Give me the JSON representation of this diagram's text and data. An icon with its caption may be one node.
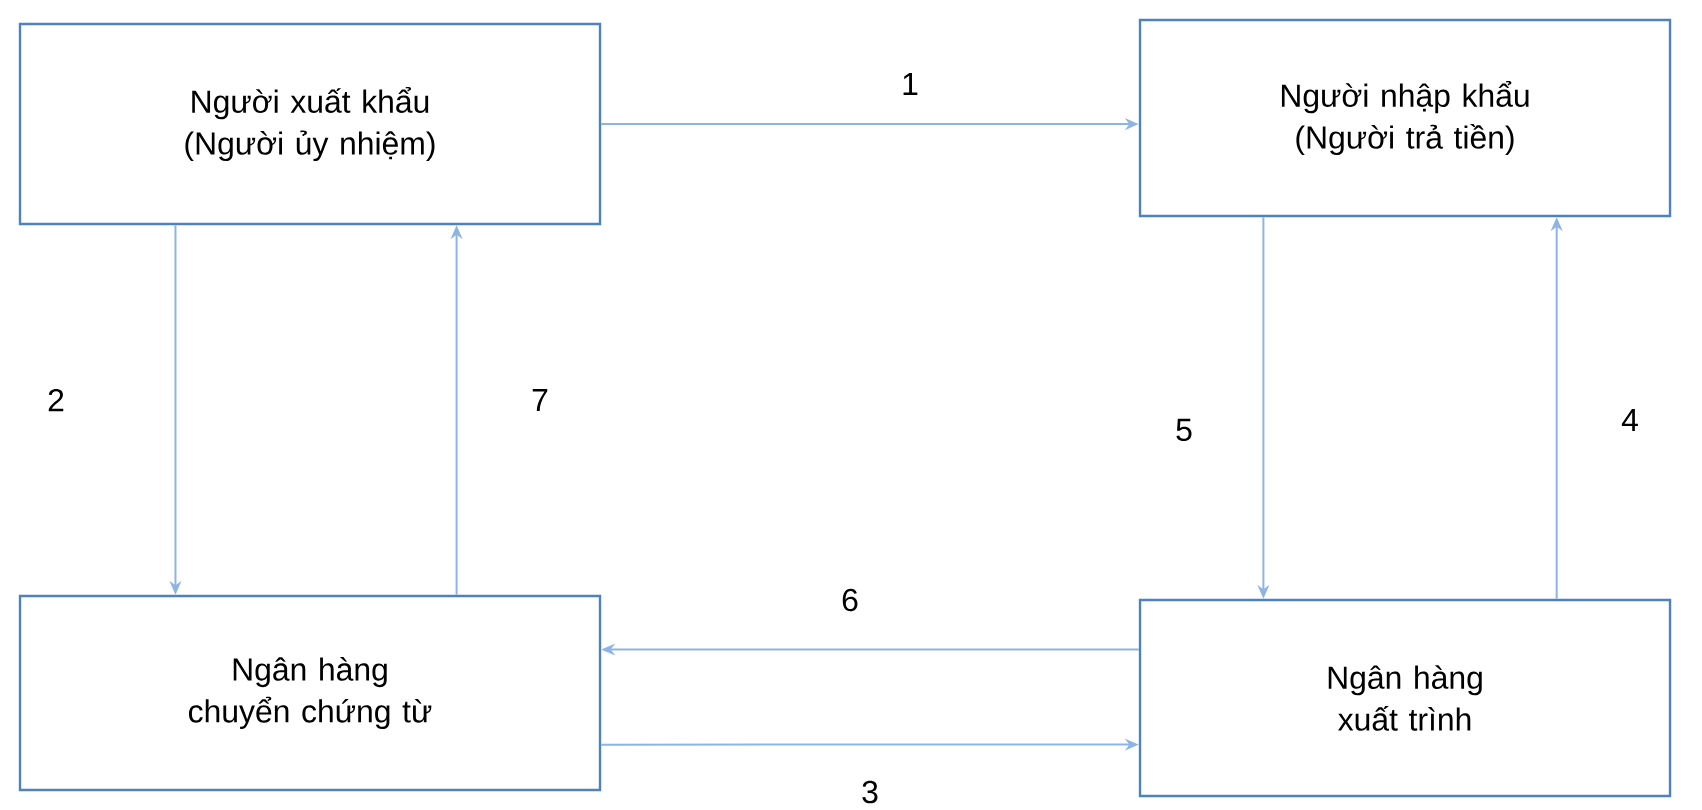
{
  "diagram": {
    "nodes": [
      {
        "text": [
          "Người xuất khẩu (Người ủy nhiệm)"
        ]
      },
      {
        "text": [
          "Người nhập khẩu (Người trả tiền)"
        ]
      },
      {
        "text": [
          "Ngân hàng chuyển chứng từ"
        ]
      },
      {
        "text": [
          "Ngân hàng xuất trình"
        ]
      }
    ],
    "edges": [
      {
        "from": 0,
        "to": 1,
        "arrow": "to",
        "label": "1"
      },
      {
        "from": 0,
        "to": 2,
        "arrow": "to",
        "label": "2"
      },
      {
        "from": 2,
        "to": 3,
        "arrow": "to",
        "label": "3"
      },
      {
        "from": 3,
        "to": 1,
        "arrow": "to",
        "label": "4"
      },
      {
        "from": 1,
        "to": 3,
        "arrow": "to",
        "label": "5"
      },
      {
        "from": 3,
        "to": 2,
        "arrow": "to",
        "label": "6"
      },
      {
        "from": 2,
        "to": 0,
        "arrow": "to",
        "label": "7"
      }
    ]
  }
}
